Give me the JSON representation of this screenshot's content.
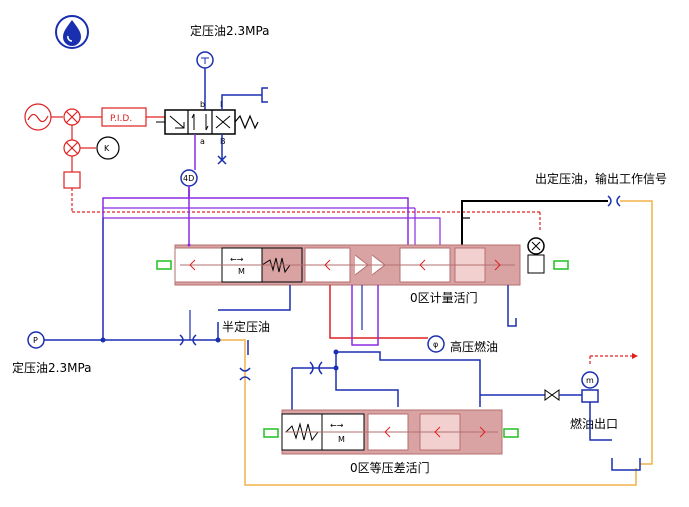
{
  "labels": {
    "supply_top": "定压油2.3MPa",
    "supply_left": "定压油2.3MPa",
    "output_signal": "出定压油，输出工作信号",
    "half_pressure": "半定压油",
    "high_pressure_fuel": "高压燃油",
    "metering_valve": "0区计量活门",
    "diff_valve": "0区等压差活门",
    "fuel_outlet": "燃油出口",
    "pid": "P.I.D.",
    "port_b": "b",
    "port_i": "I",
    "port_a": "a",
    "port_B": "B"
  },
  "icons": {
    "logo": "oil-drop-icon",
    "pressure_source": "pressure-source-icon",
    "pump": "pump-icon",
    "motor": "motor-icon",
    "flow_meter": "flow-meter-icon"
  },
  "colors": {
    "blue": "#1a2fb0",
    "purple": "#8a2be2",
    "red": "#e02020",
    "orange": "#f2b24a",
    "valve_fill": "#d9a3a3",
    "valve_edge": "#b56f6f",
    "green": "#20c020",
    "black": "#000000"
  }
}
